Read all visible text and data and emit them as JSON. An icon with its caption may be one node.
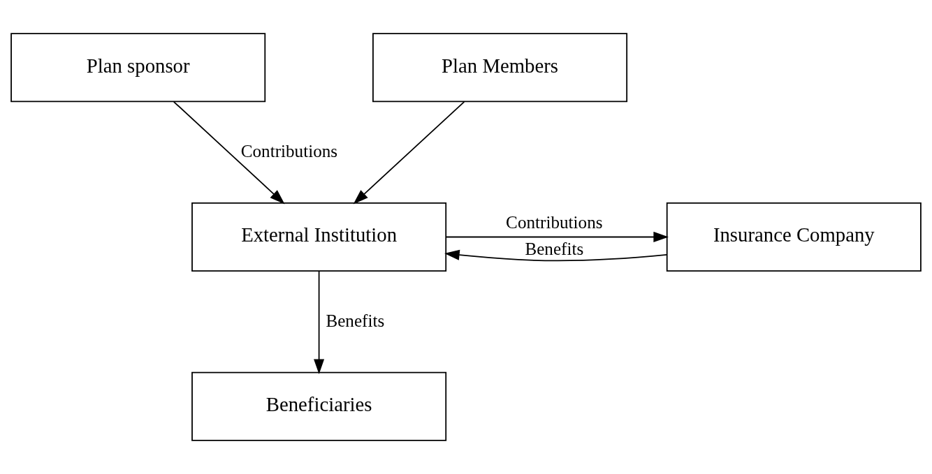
{
  "diagram": {
    "nodes": [
      {
        "text": [
          "Plan sponsor"
        ]
      },
      {
        "text": [
          "Plan Members"
        ]
      },
      {
        "text": [
          "External Institution"
        ]
      },
      {
        "text": [
          "Insurance Company"
        ]
      },
      {
        "text": [
          "Beneficiaries"
        ]
      }
    ],
    "edges": [
      {
        "from": 0,
        "to": 2,
        "arrow": "to",
        "label": "Contributions"
      },
      {
        "from": 1,
        "to": 2,
        "arrow": "to"
      },
      {
        "from": 2,
        "to": 3,
        "arrow": "to",
        "label": "Contributions"
      },
      {
        "from": 3,
        "to": 2,
        "arrow": "to",
        "label": "Benefits"
      },
      {
        "from": 2,
        "to": 4,
        "arrow": "to",
        "label": "Benefits"
      }
    ]
  }
}
